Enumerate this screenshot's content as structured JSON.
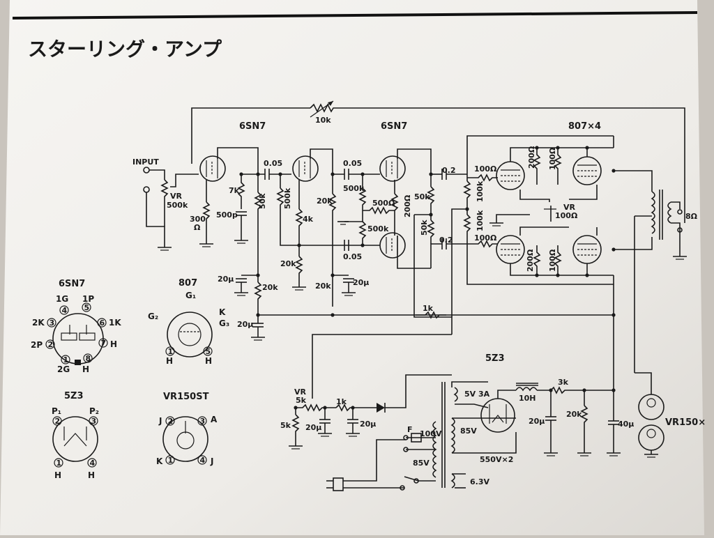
{
  "title": "スターリング・アンプ",
  "tubes": {
    "t1": "6SN7",
    "t2": "6SN7",
    "t3": "807×4",
    "rect": "5Z3",
    "reg": "VR150×"
  },
  "labels": {
    "input": "INPUT",
    "vr_in": "VR",
    "vr_in_val": "500k",
    "fb": "10k",
    "r300": "300",
    "r300u": "Ω",
    "r7k": "7k",
    "c500p": "500p",
    "c005a": "0.05",
    "r50k_a": "50k",
    "r50k_b": "500k",
    "r4k": "4k",
    "r20k_a": "20k",
    "c005b": "0.05",
    "r500k_b": "500k",
    "r500": "500Ω",
    "r200": "200Ω",
    "r500k_c": "500k",
    "c005c": "0.05",
    "r20k_b": "20k",
    "r20k_c": "20k",
    "c20u_a": "20μ",
    "r20k_d": "20k",
    "c20u_b": "20μ",
    "c20u_c": "20μ",
    "c02a": "0.2",
    "c02b": "0.2",
    "r50k_c": "50k",
    "r50k_d": "50k",
    "r100a": "100Ω",
    "r100b": "100Ω",
    "r100k_a": "100k",
    "r100k_b": "100k",
    "r200g_a": "200Ω",
    "r100g_a": "100Ω",
    "r200g_b": "200Ω",
    "r100g_b": "100Ω",
    "vr_bal": "VR",
    "vr_bal_val": "100Ω",
    "spk": "8Ω",
    "r1k_a": "1k",
    "vr_bias": "VR",
    "vr_bias_val": "5k",
    "r5k": "5k",
    "r1k_b": "1k",
    "c20u_d": "20μ",
    "c20u_e": "20μ",
    "fuse": "F",
    "v100": "100V",
    "v85a": "85V",
    "v85b": "85V",
    "v5": "5V 3A",
    "v550": "550V×2",
    "v63": "6.3V",
    "choke": "10H",
    "r3k": "3k",
    "c20u_f": "20μ",
    "r20k_e": "20k",
    "c40u": "40μ"
  },
  "pinouts": {
    "sn7": {
      "title": "6SN7",
      "pins": [
        "1G",
        "1P",
        "2K",
        "1K",
        "2P",
        "H",
        "2G",
        "H"
      ],
      "nums": [
        "4",
        "5",
        "3",
        "6",
        "2",
        "7",
        "1",
        "8"
      ]
    },
    "t807": {
      "title": "807",
      "pins": [
        "G₁",
        "G₂",
        "K",
        "G₃",
        "H",
        "H"
      ],
      "nums": [
        "1",
        "5"
      ]
    },
    "z3": {
      "title": "5Z3",
      "pins": [
        "P₁",
        "P₂",
        "H",
        "H"
      ],
      "nums": [
        "2",
        "3",
        "1",
        "4"
      ]
    },
    "vr150": {
      "title": "VR150ST",
      "pins": [
        "J",
        "A",
        "K",
        "J"
      ],
      "nums": [
        "2",
        "3",
        "1",
        "4"
      ]
    }
  }
}
